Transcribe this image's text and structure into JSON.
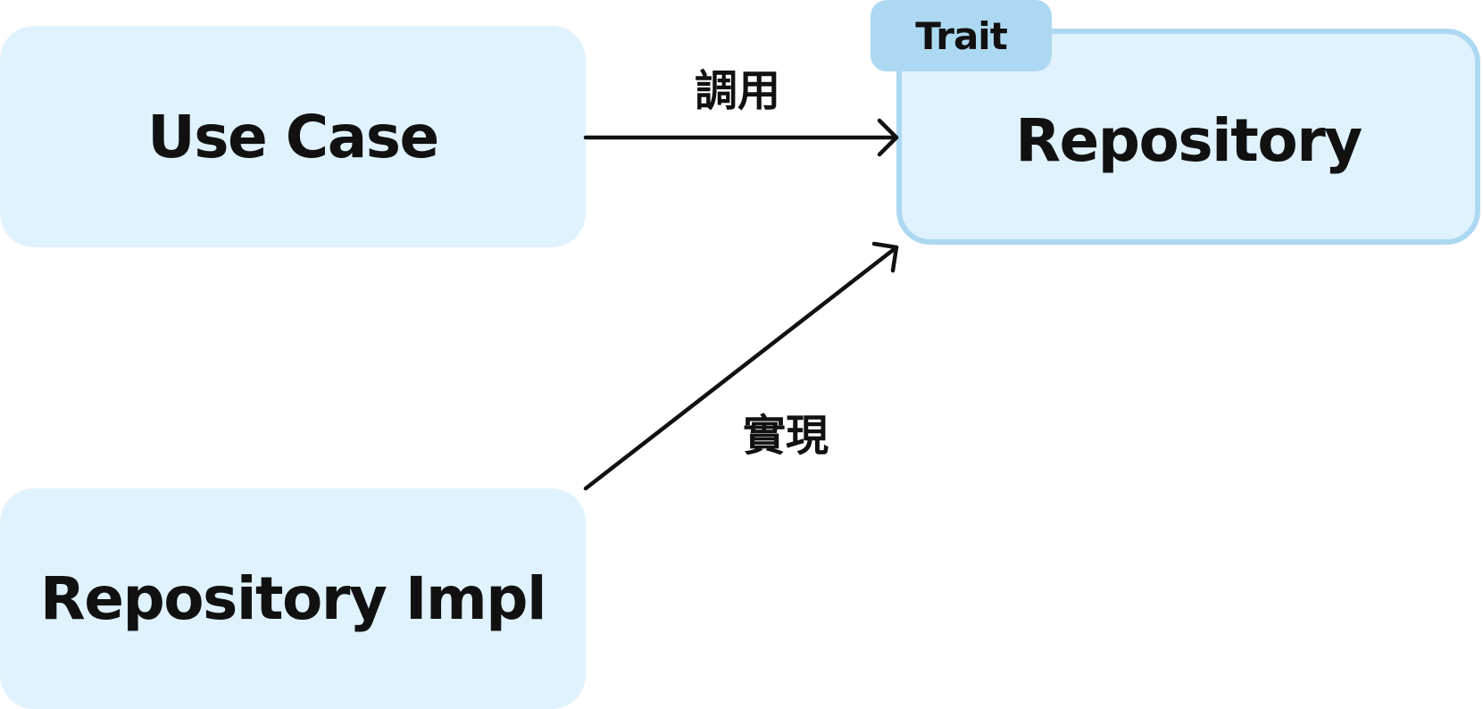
{
  "diagram": {
    "nodes": {
      "use_case": {
        "label": "Use Case"
      },
      "repository": {
        "label": "Repository",
        "tag": "Trait"
      },
      "repository_impl": {
        "label": "Repository Impl"
      }
    },
    "edges": {
      "call": {
        "from": "Use Case",
        "to": "Repository",
        "label": "調用"
      },
      "implements": {
        "from": "Repository Impl",
        "to": "Repository",
        "label": "實現"
      }
    },
    "colors": {
      "node_fill": "#e0f2fd",
      "trait_accent": "#acd8f2",
      "text": "#111111",
      "edge": "#111111"
    }
  }
}
